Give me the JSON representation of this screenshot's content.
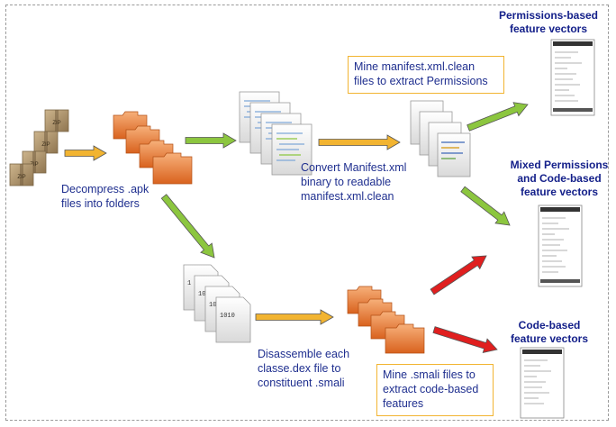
{
  "steps": {
    "decompress": "Decompress .apk\nfiles into folders",
    "convert_manifest": "Convert Manifest.xml\nbinary  to readable\nmanifest.xml.clean",
    "mine_manifest": "Mine manifest.xml.clean\nfiles  to extract Permissions",
    "disassemble": "Disassemble each\nclasse.dex file to\nconstituent .smali",
    "mine_smali": "Mine .smali files to\nextract  code-based\nfeatures"
  },
  "outputs": {
    "permissions": "Permissions-based\nfeature vectors",
    "mixed": "Mixed Permissions\nand Code-based\nfeature vectors",
    "code": "Code-based\nfeature vectors"
  },
  "apk_icon_text": [
    "ZIP",
    "ZIP",
    "ZIP",
    "ZIP"
  ],
  "binary_lines": [
    "1",
    "10 1",
    "10 10",
    "1010"
  ],
  "colors": {
    "yellow_arrow": "#f2b431",
    "green_arrow": "#8cc63f",
    "red_arrow": "#e01f1f",
    "text": "#1f2f8f"
  }
}
